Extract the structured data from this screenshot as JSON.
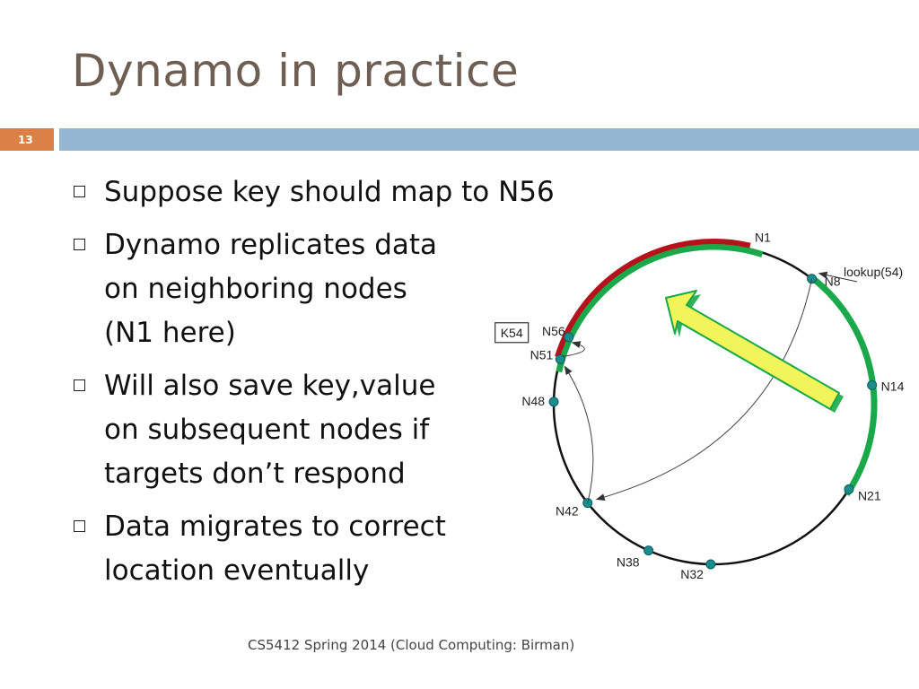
{
  "slide": {
    "title": "Dynamo in practice",
    "number": "13",
    "footer": "CS5412 Spring 2014 (Cloud Computing: Birman)"
  },
  "bullets": [
    {
      "lines": [
        "Suppose key should map to N56"
      ]
    },
    {
      "lines": [
        "Dynamo replicates data",
        "on neighboring nodes",
        "(N1 here)"
      ]
    },
    {
      "lines": [
        "Will also save key,value",
        "on subsequent nodes if",
        "targets don’t respond"
      ]
    },
    {
      "lines": [
        "Data migrates to correct",
        "location eventually"
      ]
    }
  ],
  "diagram": {
    "key_label": "K54",
    "lookup_label": "lookup(54)",
    "nodes": [
      "N1",
      "N8",
      "N14",
      "N21",
      "N32",
      "N38",
      "N42",
      "N48",
      "N51",
      "N56"
    ],
    "colors": {
      "ring": "#111111",
      "node": "#1a8c8c",
      "replica_red": "#b5121b",
      "replica_green": "#1aa84a",
      "arrow_fill": "#f2f55a",
      "arrow_stroke": "#1aa84a"
    }
  }
}
